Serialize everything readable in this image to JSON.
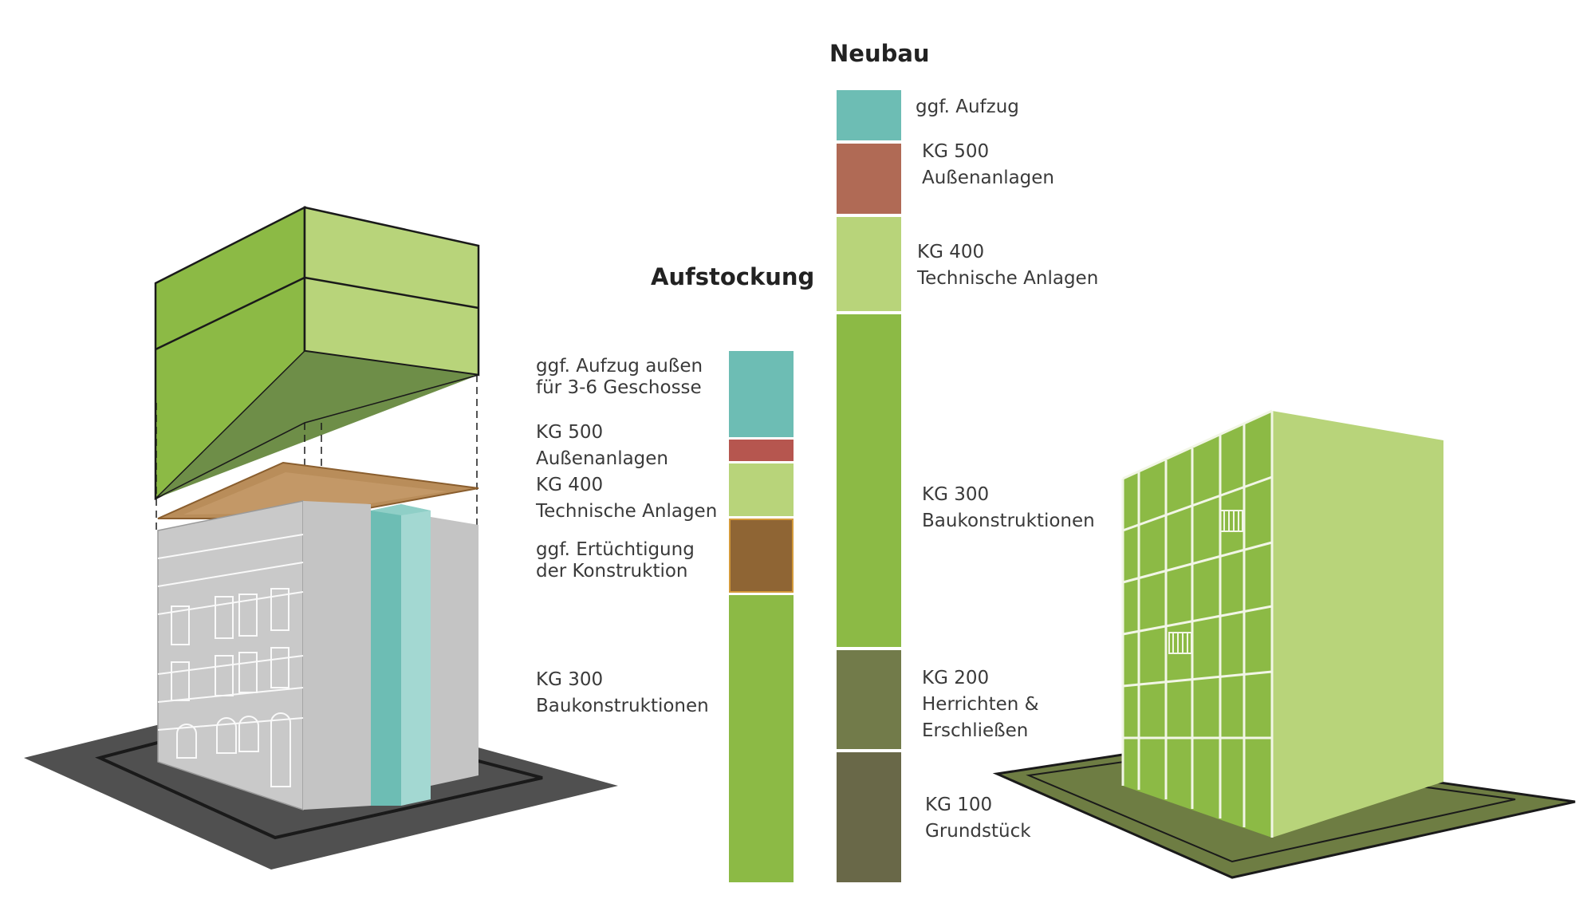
{
  "titles": {
    "neubau": "Neubau",
    "aufstockung": "Aufstockung"
  },
  "aufstockung": {
    "segments": [
      {
        "key": "aufzug",
        "line1": "ggf. Aufzug außen",
        "line2": "für 3-6 Geschosse",
        "color": "#6dbdb4"
      },
      {
        "key": "kg500",
        "line1": "KG 500",
        "line2": "Außenanlagen",
        "color": "#b6564f"
      },
      {
        "key": "kg400",
        "line1": "KG 400",
        "line2": "Technische Anlagen",
        "color": "#b8d47a"
      },
      {
        "key": "ertuechtigung",
        "line1": "ggf. Ertüchtigung",
        "line2": "der Konstruktion",
        "color": "#8f6534"
      },
      {
        "key": "kg300",
        "line1": "KG 300",
        "line2": "Baukonstruktionen",
        "color": "#8cba45"
      }
    ]
  },
  "neubau": {
    "segments": [
      {
        "key": "aufzug",
        "line1": "ggf. Aufzug",
        "line2": "",
        "line3": "",
        "color": "#6dbdb4"
      },
      {
        "key": "kg500",
        "line1": "KG 500",
        "line2": "Außenanlagen",
        "line3": "",
        "color": "#b06a55"
      },
      {
        "key": "kg400",
        "line1": "KG 400",
        "line2": "Technische Anlagen",
        "line3": "",
        "color": "#b8d47a"
      },
      {
        "key": "kg300",
        "line1": "KG 300",
        "line2": "Baukonstruktionen",
        "line3": "",
        "color": "#8cba45"
      },
      {
        "key": "kg200",
        "line1": "KG 200",
        "line2": "Herrichten &",
        "line3": "Erschließen",
        "color": "#727b4a"
      },
      {
        "key": "kg100",
        "line1": "KG 100",
        "line2": "Grundstück",
        "line3": "",
        "color": "#696848"
      }
    ]
  },
  "colors": {
    "green_dark": "#8cba45",
    "green_light": "#b8d47a",
    "green_shadow": "#6e8e48",
    "teal": "#6dbdb4",
    "teal_light": "#a3d8d2",
    "facade_grey": "#c9c9c9",
    "ground_dark": "#505050",
    "ground_olive": "#6e7d43",
    "roof_brown": "#b98d5a"
  }
}
